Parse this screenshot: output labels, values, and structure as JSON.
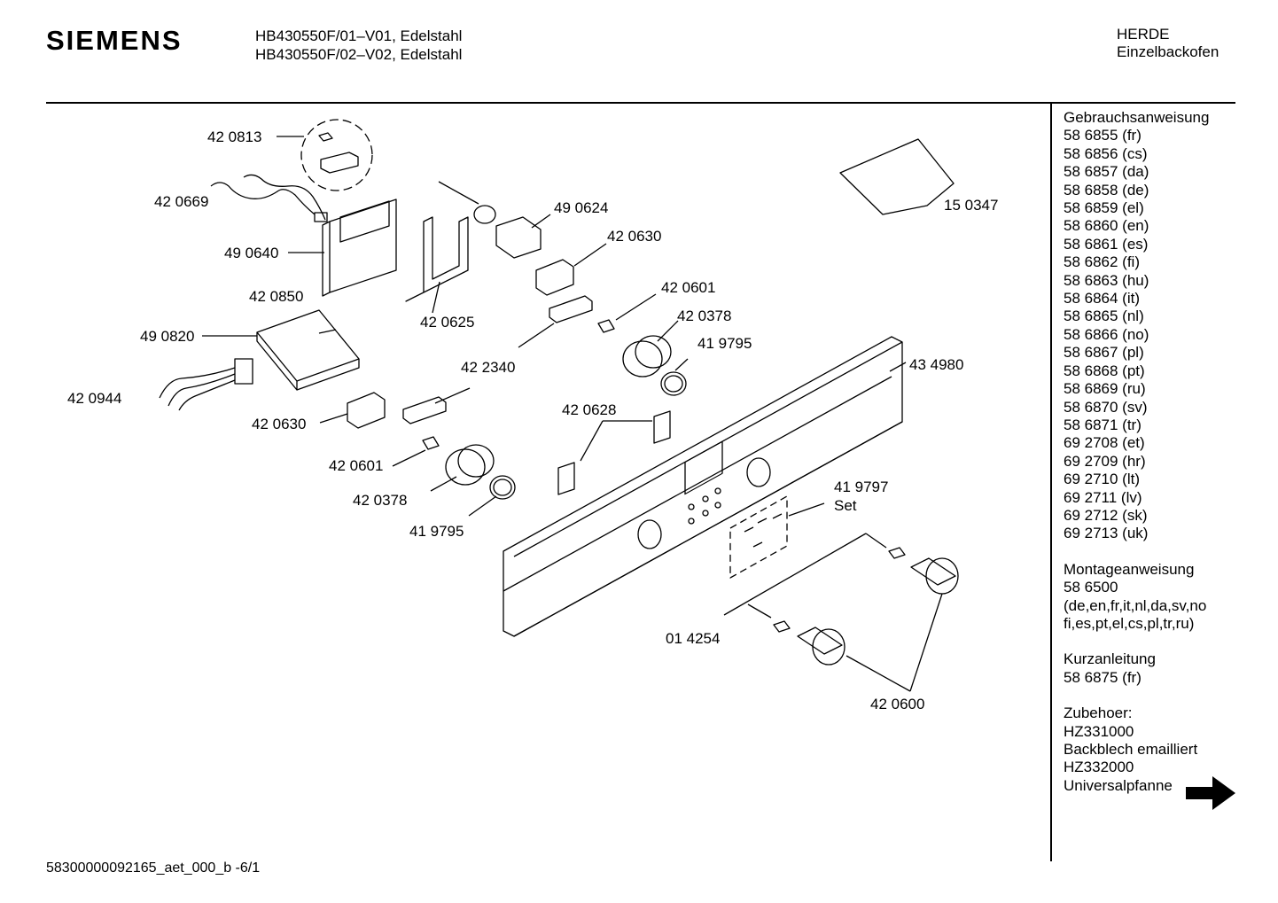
{
  "header": {
    "brand": "SIEMENS",
    "models": [
      "HB430550F/01–V01, Edelstahl",
      "HB430550F/02–V02, Edelstahl"
    ],
    "category": [
      "HERDE",
      "Einzelbackofen"
    ]
  },
  "parts": [
    {
      "id": "p0",
      "number": "42 0813"
    },
    {
      "id": "p1",
      "number": "42 0669"
    },
    {
      "id": "p2",
      "number": "49 0640"
    },
    {
      "id": "p3",
      "number": "42 0850"
    },
    {
      "id": "p4",
      "number": "49 0820"
    },
    {
      "id": "p5",
      "number": "42 0944"
    },
    {
      "id": "p6",
      "number": "42 0630"
    },
    {
      "id": "p7",
      "number": "42 0625"
    },
    {
      "id": "p8",
      "number": "49 0624"
    },
    {
      "id": "p9",
      "number": "42 0630"
    },
    {
      "id": "p10",
      "number": "42 0601"
    },
    {
      "id": "p11",
      "number": "42 0378"
    },
    {
      "id": "p12",
      "number": "41 9795"
    },
    {
      "id": "p13",
      "number": "42 2340"
    },
    {
      "id": "p14",
      "number": "42 0601"
    },
    {
      "id": "p15",
      "number": "42 0378"
    },
    {
      "id": "p16",
      "number": "41 9795"
    },
    {
      "id": "p17",
      "number": "42 0628"
    },
    {
      "id": "p18",
      "number": "43 4980"
    },
    {
      "id": "p19",
      "number": "41 9797"
    },
    {
      "id": "p20",
      "number": "Set"
    },
    {
      "id": "p21",
      "number": "15 0347"
    },
    {
      "id": "p22",
      "number": "01 4254"
    },
    {
      "id": "p23",
      "number": "42 0600"
    }
  ],
  "sidebar": {
    "groups": [
      {
        "lines": [
          "Gebrauchsanweisung",
          "58 6855 (fr)",
          "58 6856 (cs)",
          "58 6857 (da)",
          "58 6858 (de)",
          "58 6859 (el)",
          "58 6860 (en)",
          "58 6861 (es)",
          "58 6862 (fi)",
          "58 6863 (hu)",
          "58 6864 (it)",
          "58 6865 (nl)",
          "58 6866 (no)",
          "58 6867 (pl)",
          "58 6868 (pt)",
          "58 6869 (ru)",
          "58 6870 (sv)",
          "58 6871 (tr)",
          "69 2708 (et)",
          "69 2709 (hr)",
          "69 2710 (lt)",
          "69 2711 (lv)",
          "69 2712 (sk)",
          "69 2713 (uk)"
        ]
      },
      {
        "lines": [
          "Montageanweisung",
          "58 6500",
          "(de,en,fr,it,nl,da,sv,no",
          "fi,es,pt,el,cs,pl,tr,ru)"
        ]
      },
      {
        "lines": [
          "Kurzanleitung",
          "58 6875 (fr)"
        ]
      },
      {
        "lines": [
          "Zubehoer:",
          "HZ331000",
          "Backblech emailliert",
          "HZ332000",
          "Universalpfanne"
        ]
      }
    ]
  },
  "footer": {
    "doc_id": "58300000092165_aet_000_b  -6/1"
  },
  "icons": {
    "next_page": "arrow-right-icon"
  }
}
